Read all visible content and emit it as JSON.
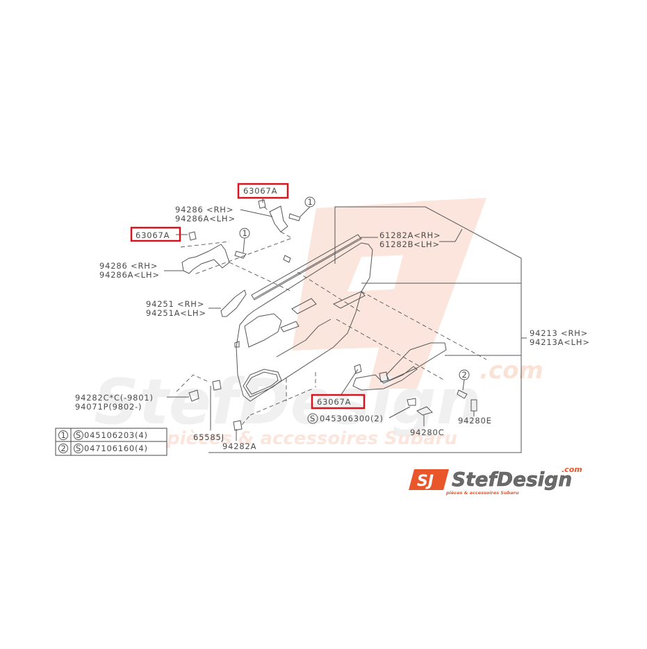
{
  "diagram": {
    "title": "Rear door trim panel parts diagram",
    "highlight_color": "#d7141e",
    "line_color": "#555555",
    "highlighted_parts": [
      "63067A",
      "63067A",
      "63067A"
    ],
    "labels": {
      "clip_top": "63067A",
      "clip_left": "63067A",
      "clip_bottom": "63067A",
      "bracket_upper_rh": "94286 <RH>",
      "bracket_upper_lh": "94286A<LH>",
      "bracket_lower_rh": "94286 <RH>",
      "bracket_lower_lh": "94286A<LH>",
      "weatherstrip_rh": "61282A<RH>",
      "weatherstrip_lh": "61282B<LH>",
      "cover_rh": "94251 <RH>",
      "cover_lh": "94251A<LH>",
      "trim_rh": "94213 <RH>",
      "trim_lh": "94213A<LH>",
      "clip_c_line1": "94282C*C(-9801)",
      "clip_c_line2": "94071P(9802-)",
      "part_65585j": "65585J",
      "part_94282a": "94282A",
      "screw_bottom": "045306300(2)",
      "part_94280c": "94280C",
      "part_94280e": "94280E",
      "callout_1": "1",
      "callout_2": "2",
      "s_mark": "S"
    },
    "legend": {
      "rows": [
        {
          "callout": "1",
          "mark": "S",
          "part": "045106203(4)"
        },
        {
          "callout": "2",
          "mark": "S",
          "part": "047106160(4)"
        }
      ]
    }
  },
  "watermark": {
    "brand": "StefDesign",
    "tagline": "pièces & accessoires Subaru",
    "domain": ".com",
    "color": "#f3c8b8"
  },
  "logo": {
    "badge_text": "SJ",
    "brand": "StefDesign",
    "domain": ".com",
    "tagline": "pièces & accessoires Subaru",
    "badge_color": "#e8562a",
    "text_color": "#6b6b6b"
  }
}
